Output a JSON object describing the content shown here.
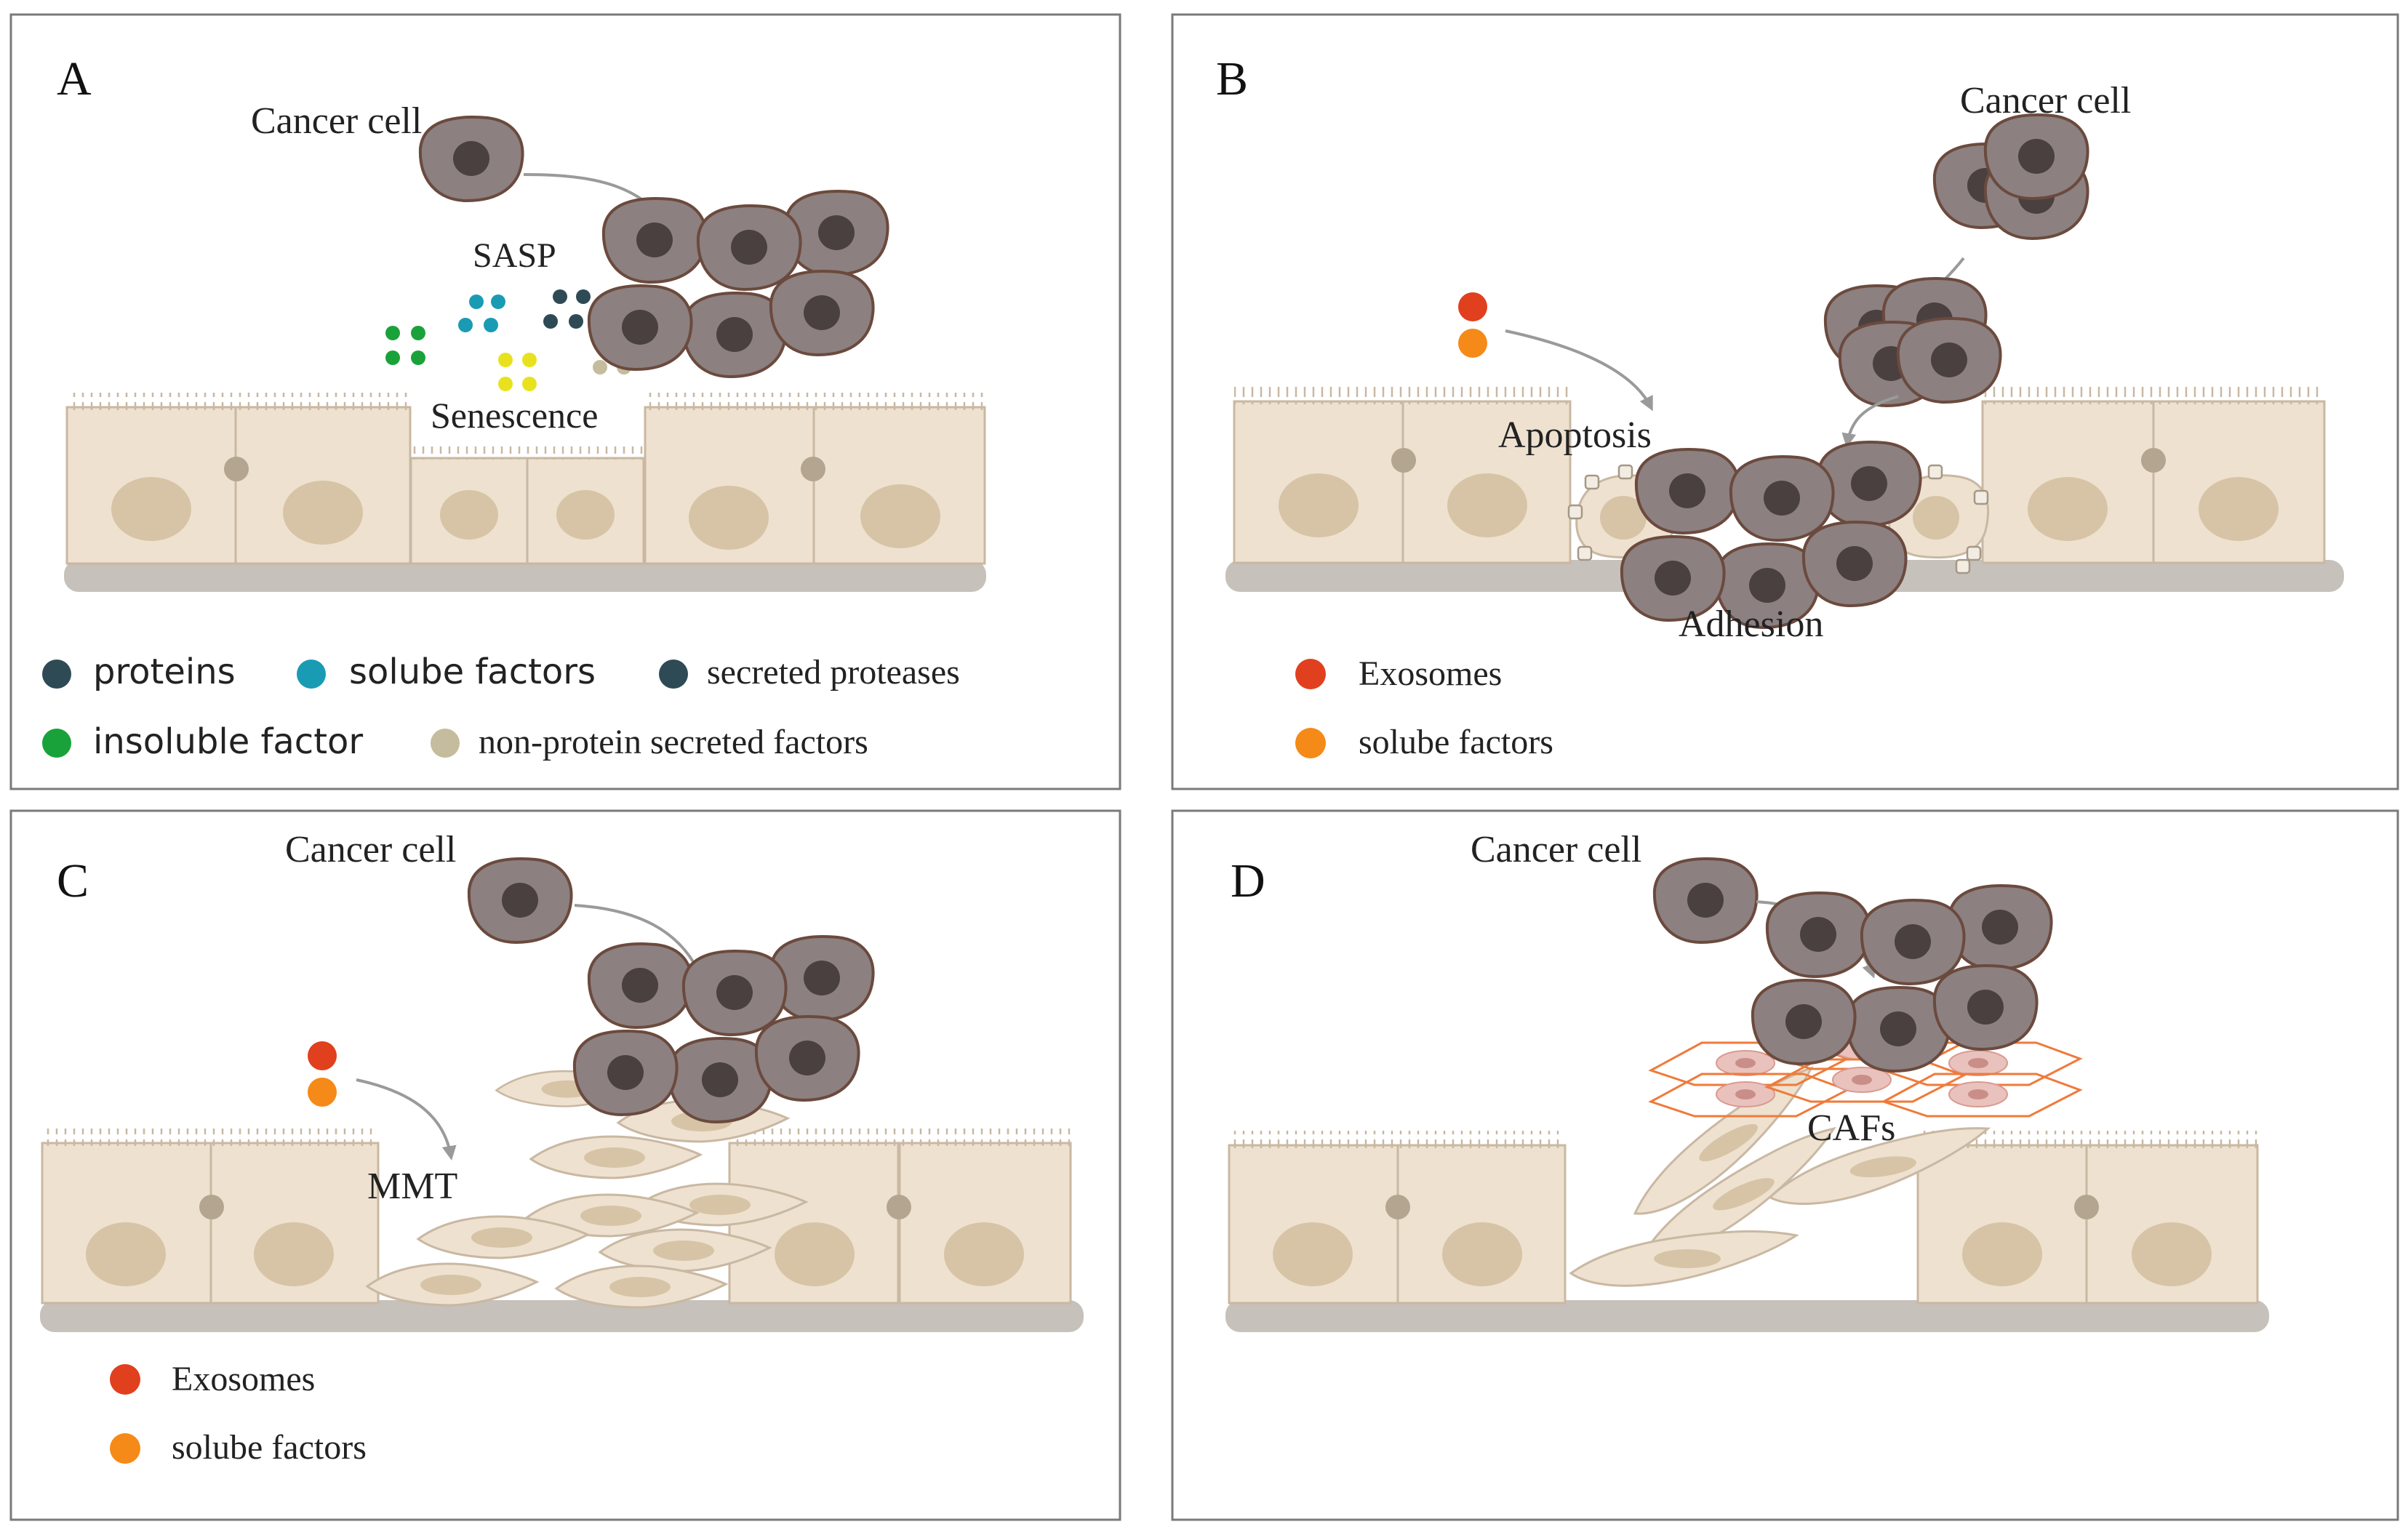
{
  "colors": {
    "frame": "#7a7a7a",
    "epithelial_fill": "#eee1cf",
    "epithelial_stroke": "#c9b8a2",
    "nucleus": "#d7c4a6",
    "junction": "#b3a58f",
    "basement": "#c6c1bb",
    "cancer_fill": "#8c8080",
    "cancer_stroke": "#6b4a3e",
    "cancer_nucleus": "#4a4040",
    "arrow": "#9a9a9a",
    "proteins": "#2e4a55",
    "solube_factors_a": "#1a9bb4",
    "secreted_proteases": "#2e4a55",
    "insoluble_factor": "#1aa23a",
    "non_protein": "#c4bc9c",
    "yellow_dots": "#e8e21e",
    "exosomes": "#e0401e",
    "solube_factors_orange": "#f58a18",
    "caf_outline": "#f07a3a",
    "caf_nucleus": "#e9c2bd"
  },
  "panel_a": {
    "letter": "A",
    "cancer_label": "Cancer cell",
    "sasp_label": "SASP",
    "senescence_label": "Senescence",
    "legend": [
      {
        "label": "proteins",
        "color_key": "proteins"
      },
      {
        "label": "solube factors",
        "color_key": "solube_factors_a"
      },
      {
        "label": "secreted proteases",
        "color_key": "secreted_proteases"
      },
      {
        "label": "insoluble factor",
        "color_key": "insoluble_factor"
      },
      {
        "label": "non-protein secreted factors",
        "color_key": "non_protein"
      }
    ]
  },
  "panel_b": {
    "letter": "B",
    "cancer_label": "Cancer cell",
    "apoptosis_label": "Apoptosis",
    "adhesion_label": "Adhesion",
    "legend": [
      {
        "label": "Exosomes",
        "color_key": "exosomes"
      },
      {
        "label": "solube factors",
        "color_key": "solube_factors_orange"
      }
    ]
  },
  "panel_c": {
    "letter": "C",
    "cancer_label": "Cancer cell",
    "mmt_label": "MMT",
    "legend": [
      {
        "label": "Exosomes",
        "color_key": "exosomes"
      },
      {
        "label": "solube factors",
        "color_key": "solube_factors_orange"
      }
    ]
  },
  "panel_d": {
    "letter": "D",
    "cancer_label": "Cancer cell",
    "cafs_label": "CAFs"
  }
}
